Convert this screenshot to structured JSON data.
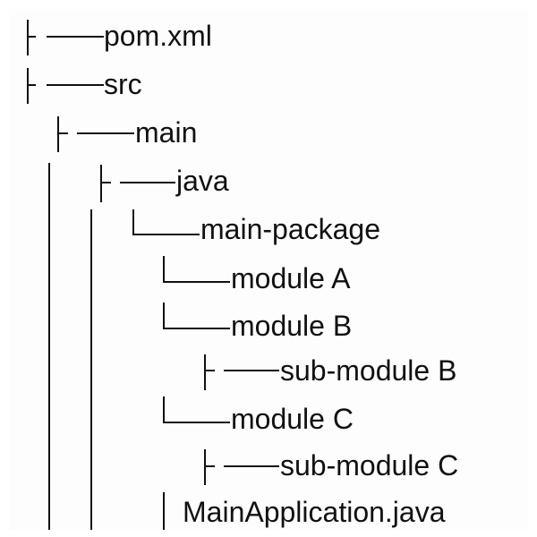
{
  "tree": {
    "nodes": [
      {
        "label": "pom.xml",
        "connector": "tee"
      },
      {
        "label": "src",
        "connector": "tee"
      },
      {
        "label": "main",
        "connector": "tee"
      },
      {
        "label": "java",
        "connector": "tee"
      },
      {
        "label": "main-package",
        "connector": "elbow"
      },
      {
        "label": "module A",
        "connector": "elbow"
      },
      {
        "label": "module B",
        "connector": "elbow"
      },
      {
        "label": "sub-module B",
        "connector": "tee"
      },
      {
        "label": "module C",
        "connector": "elbow"
      },
      {
        "label": "sub-module C",
        "connector": "tee"
      },
      {
        "label": "MainApplication.java",
        "connector": "bar"
      }
    ]
  }
}
